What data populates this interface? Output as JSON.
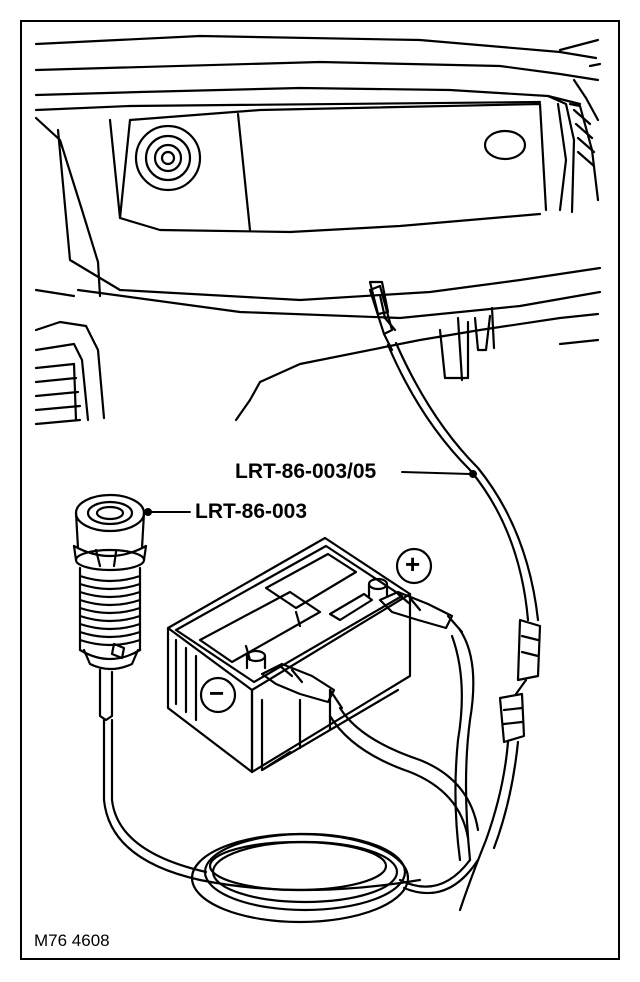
{
  "callouts": {
    "lead": "LRT-86-003/05",
    "socket": "LRT-86-003"
  },
  "terminals": {
    "positive": "+",
    "negative": "−"
  },
  "figure_ref": "M76 4608",
  "colors": {
    "ink": "#000000",
    "paper": "#ffffff"
  }
}
